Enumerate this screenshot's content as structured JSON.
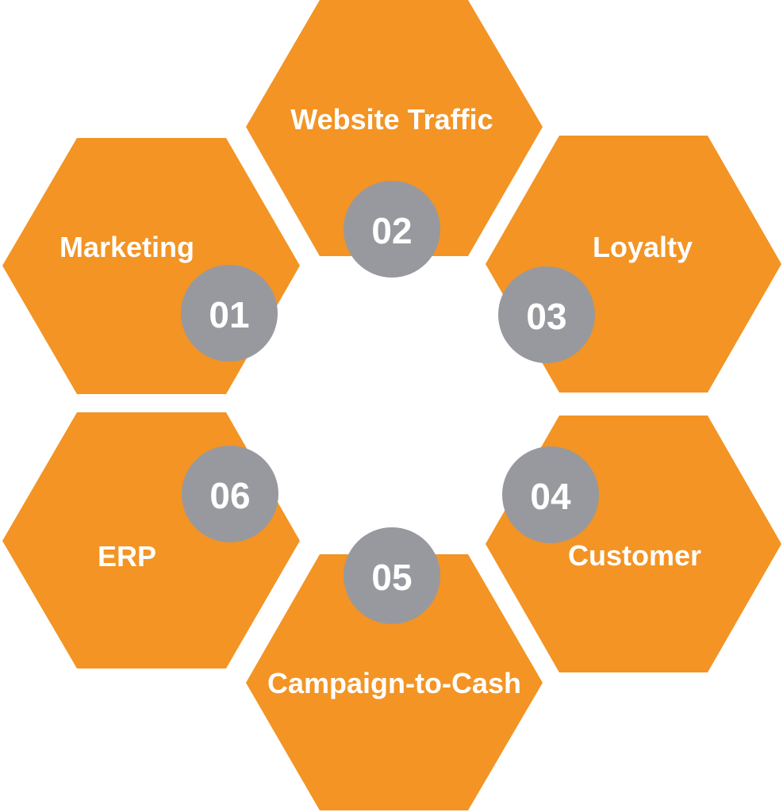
{
  "colors": {
    "hexagon_fill": "#f39424",
    "badge_fill": "#98999e",
    "text": "#ffffff",
    "background": "#ffffff"
  },
  "segments": [
    {
      "number": "01",
      "label": "Marketing"
    },
    {
      "number": "02",
      "label": "Website Traffic"
    },
    {
      "number": "03",
      "label": "Loyalty"
    },
    {
      "number": "04",
      "label": "Customer"
    },
    {
      "number": "05",
      "label": "Campaign-to-Cash"
    },
    {
      "number": "06",
      "label": "ERP"
    }
  ]
}
